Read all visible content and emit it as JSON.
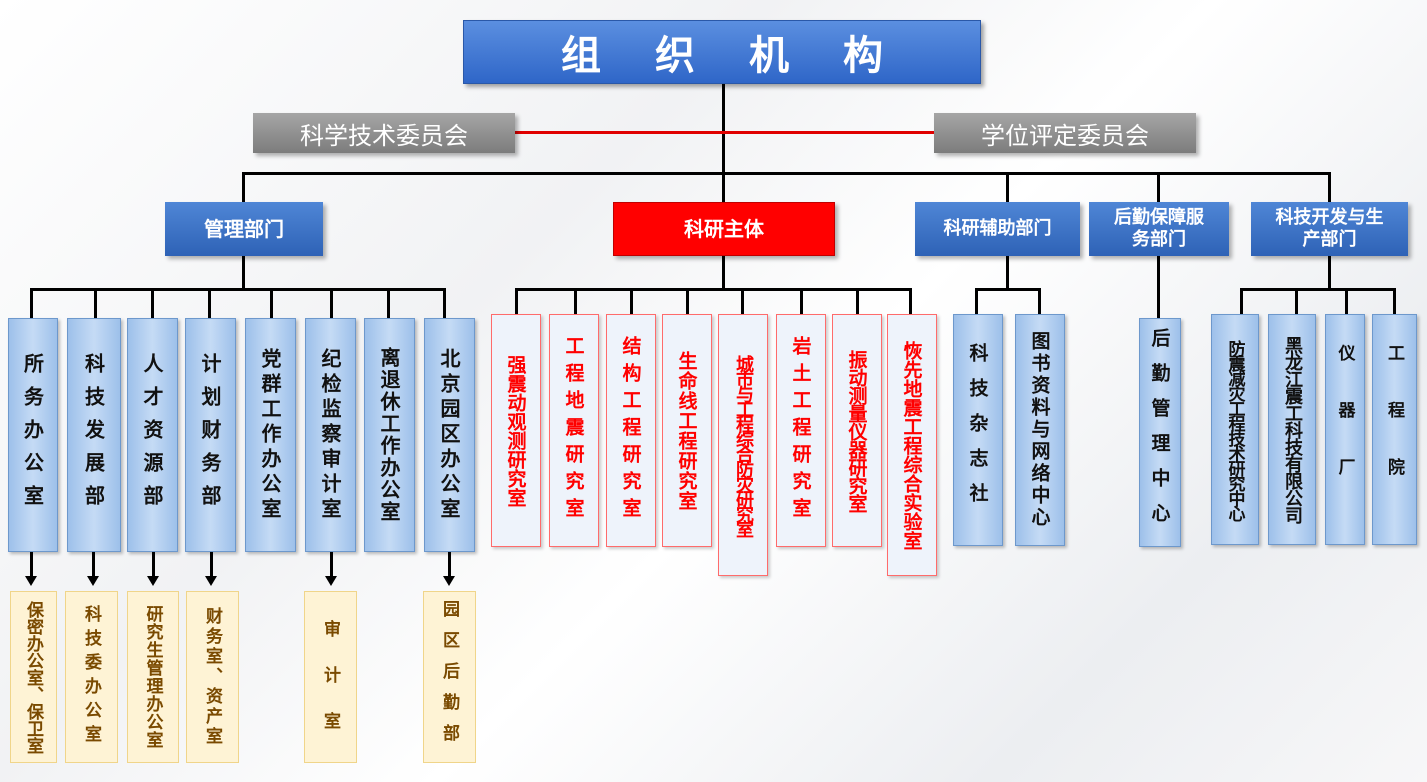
{
  "title": "组织机构",
  "committees": {
    "left": "科学技术委员会",
    "right": "学位评定委员会"
  },
  "departments": {
    "management": "管理部门",
    "research": "科研主体",
    "research_support": "科研辅助部门",
    "logistics": "后勤保障服务部门",
    "tech_dev": "科技开发与生产部门"
  },
  "management_units": [
    "所务办公室",
    "科技发展部",
    "人才资源部",
    "计划财务部",
    "党群工作办公室",
    "纪检监察审计室",
    "离退休工作办公室",
    "北京园区办公室"
  ],
  "management_subunits": [
    "保密办公室、保卫室",
    "科技委办公室",
    "研究生管理办公室",
    "财务室、资产室",
    "审　计　室",
    "园区后勤部"
  ],
  "research_units": [
    "强震动观测研究室",
    "工程地震研究室",
    "结构工程研究室",
    "生命线工程研究室",
    "城市与工程综合防灾研究室",
    "岩土工程研究室",
    "振动测量仪器研究室",
    "恢先地震工程综合实验室"
  ],
  "support_units": [
    "科技杂志社",
    "图书资料与网络中心"
  ],
  "logistics_units": [
    "后勤管理中心"
  ],
  "tech_dev_units": [
    "防震减灾工程技术研究中心",
    "黑龙江震工科技有限公司",
    "仪器厂",
    "工程院"
  ],
  "colors": {
    "title_blue": "#2f66c8",
    "committee_gray": "#8c8c8c",
    "research_red": "#ff0000",
    "unit_blue": "#b3cff0",
    "sub_yellow": "#fef3d5"
  }
}
